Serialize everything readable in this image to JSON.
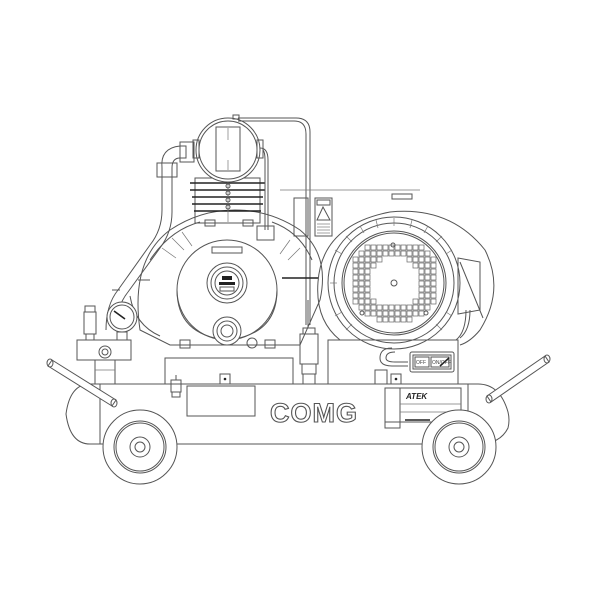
{
  "drawing": {
    "subject": "air-compressor",
    "style": "line-art",
    "line_color": "#555555",
    "background": "#ffffff"
  },
  "tank": {
    "logo_text": "COMG"
  },
  "label_plate": {
    "brand_text": "ATEK"
  },
  "switch_box": {
    "off_label": "OFF",
    "on_label": "ON/OFF"
  },
  "components": [
    "compressor-head",
    "cooling-fins",
    "flywheel-guard",
    "crankcase",
    "electric-motor",
    "motor-fan-cover",
    "pressure-gauge",
    "safety-valve",
    "pressure-switch",
    "handles",
    "wheels",
    "air-tank",
    "warning-label"
  ]
}
